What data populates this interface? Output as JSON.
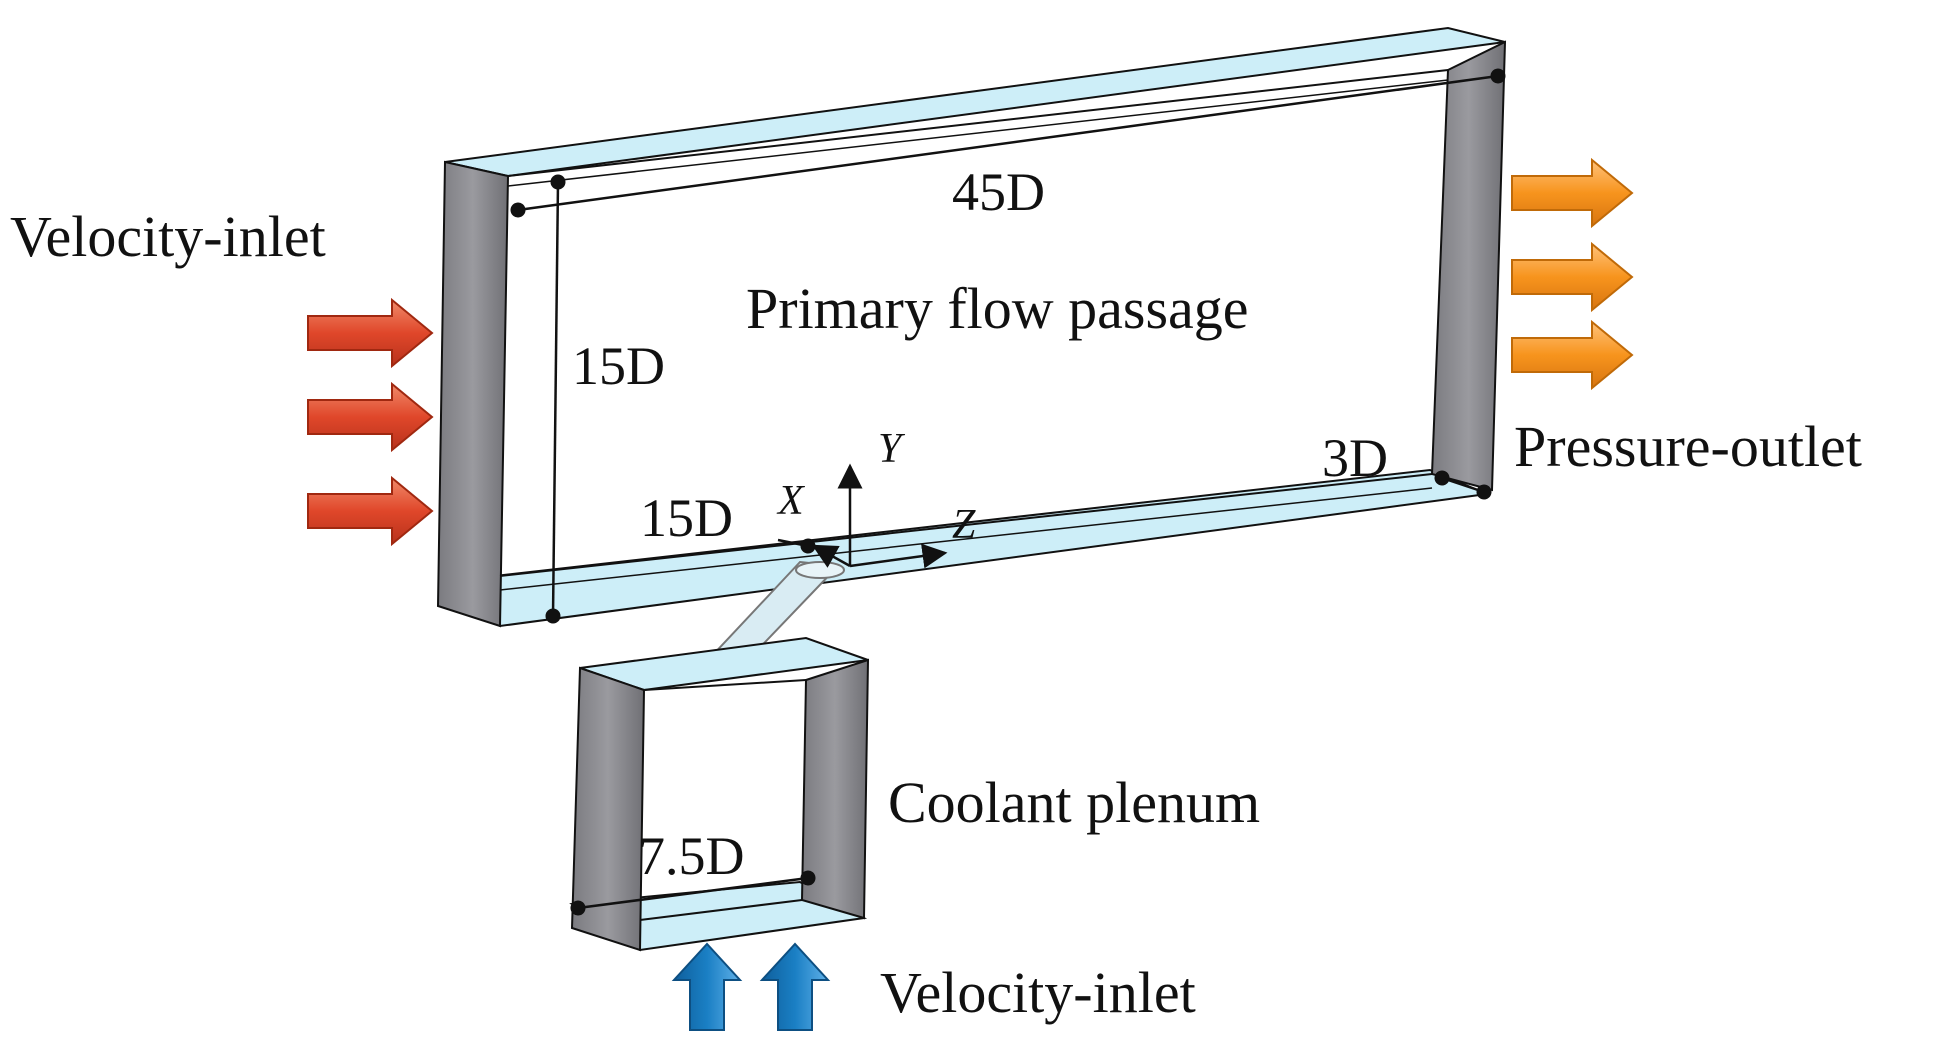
{
  "labels": {
    "velocity_inlet_left": "Velocity-inlet",
    "primary_flow_passage": "Primary flow passage",
    "pressure_outlet": "Pressure-outlet",
    "coolant_plenum": "Coolant plenum",
    "velocity_inlet_bottom": "Velocity-inlet"
  },
  "dimensions": {
    "length": "45D",
    "height": "15D",
    "upstream": "15D",
    "width": "3D",
    "plenum": "7.5D"
  },
  "axes": {
    "x": "X",
    "y": "Y",
    "z": "Z"
  },
  "colors": {
    "face_light_blue": "#cdeef8",
    "wall_gray": "#8a8a8e",
    "inlet_arrow_red": "#e0472a",
    "outlet_arrow_orange": "#f7941d",
    "coolant_arrow_blue": "#1a7fc4",
    "line": "#111111"
  }
}
